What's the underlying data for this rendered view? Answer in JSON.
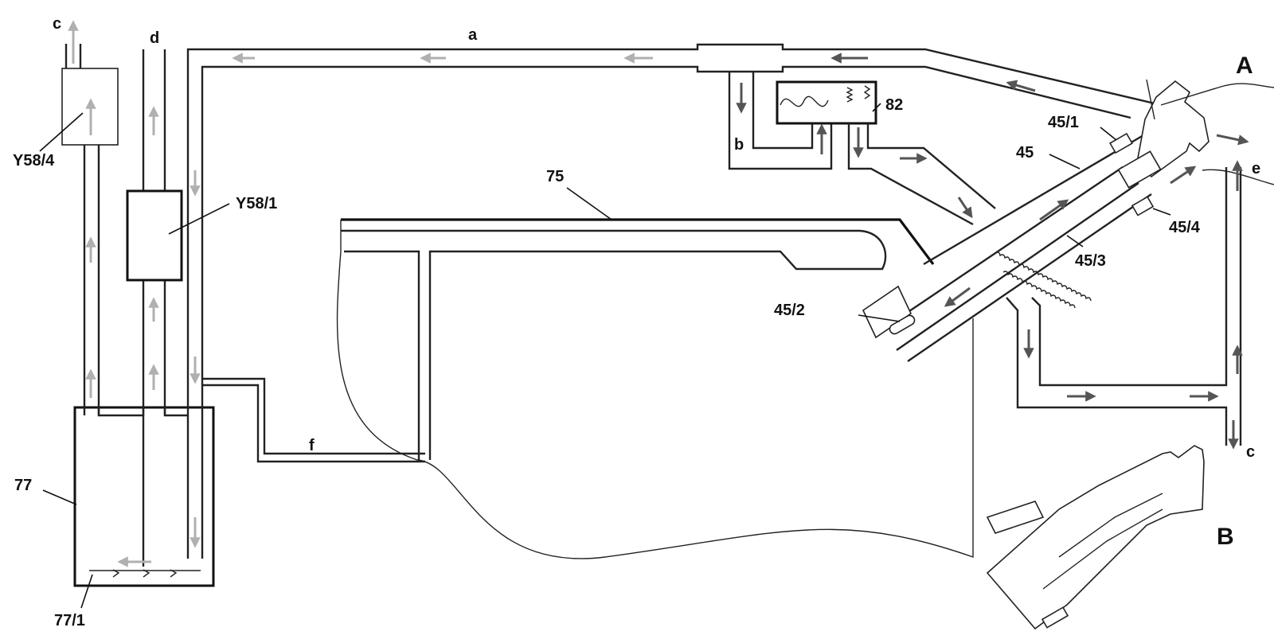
{
  "labels": {
    "a": "a",
    "b": "b",
    "c_top": "c",
    "c_right": "c",
    "d": "d",
    "e": "e",
    "f": "f",
    "y58_4": "Y58/4",
    "y58_1": "Y58/1",
    "n75": "75",
    "n77": "77",
    "n77_1": "77/1",
    "n82": "82",
    "n45": "45",
    "n45_1": "45/1",
    "n45_2": "45/2",
    "n45_3": "45/3",
    "n45_4": "45/4",
    "view_a": "A",
    "view_b": "B"
  },
  "colors": {
    "line": "#222222",
    "arrow_dark": "#555555",
    "arrow_light": "#b0b0b0",
    "background": "#ffffff"
  }
}
